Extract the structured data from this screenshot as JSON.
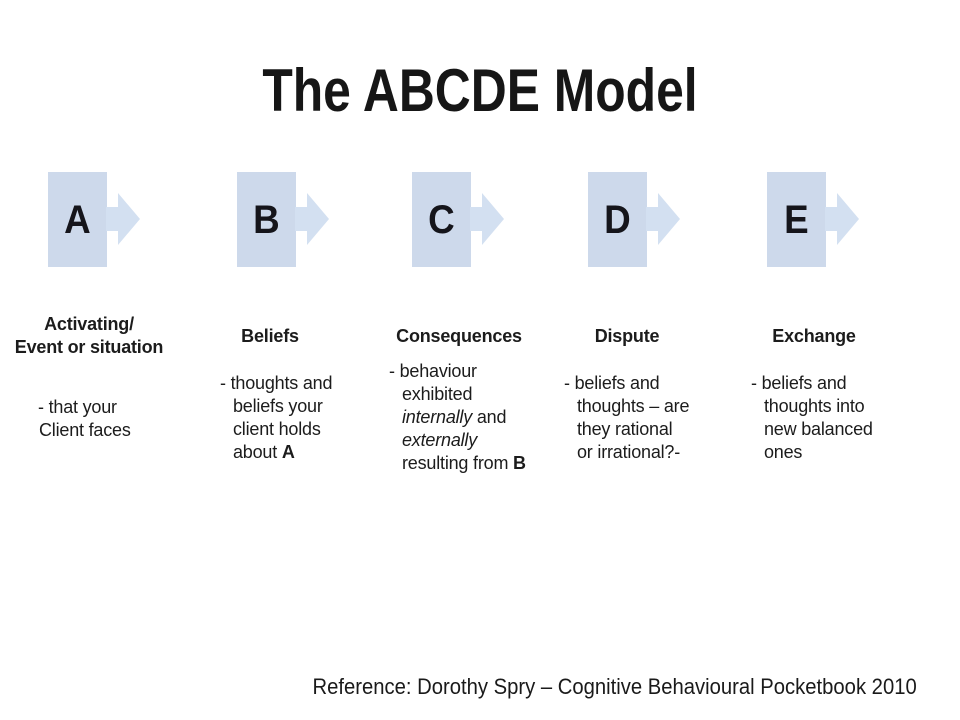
{
  "slide": {
    "title": "The ABCDE Model",
    "reference": "Reference: Dorothy Spry – Cognitive Behavioural Pocketbook 2010",
    "colors": {
      "box_fill": "#cdd9eb",
      "arrow_fill": "#d3e0f1",
      "text": "#1c1c1c"
    },
    "columns": [
      {
        "letter": "A",
        "heading_lines": [
          "Activating/",
          "Event or situation"
        ],
        "body_lines": [
          [
            {
              "t": "- that your"
            }
          ],
          [
            {
              "t": "Client faces"
            }
          ]
        ]
      },
      {
        "letter": "B",
        "heading_lines": [
          "Beliefs"
        ],
        "body_lines": [
          [
            {
              "t": "- thoughts and"
            }
          ],
          [
            {
              "t": "beliefs your"
            }
          ],
          [
            {
              "t": "client holds"
            }
          ],
          [
            {
              "t": "about "
            },
            {
              "t": "A",
              "b": true
            }
          ]
        ]
      },
      {
        "letter": "C",
        "heading_lines": [
          "Consequences"
        ],
        "body_lines": [
          [
            {
              "t": "- behaviour"
            }
          ],
          [
            {
              "t": "exhibited"
            }
          ],
          [
            {
              "t": "internally",
              "i": true
            },
            {
              "t": " and"
            }
          ],
          [
            {
              "t": "externally",
              "i": true
            }
          ],
          [
            {
              "t": "resulting from "
            },
            {
              "t": "B",
              "b": true
            }
          ]
        ]
      },
      {
        "letter": "D",
        "heading_lines": [
          "Dispute"
        ],
        "body_lines": [
          [
            {
              "t": "- beliefs and"
            }
          ],
          [
            {
              "t": "thoughts – are"
            }
          ],
          [
            {
              "t": "they rational"
            }
          ],
          [
            {
              "t": "or irrational?-"
            }
          ]
        ]
      },
      {
        "letter": "E",
        "heading_lines": [
          "Exchange"
        ],
        "body_lines": [
          [
            {
              "t": "- beliefs and"
            }
          ],
          [
            {
              "t": "thoughts into"
            }
          ],
          [
            {
              "t": "new balanced"
            }
          ],
          [
            {
              "t": "ones"
            }
          ]
        ]
      }
    ]
  }
}
